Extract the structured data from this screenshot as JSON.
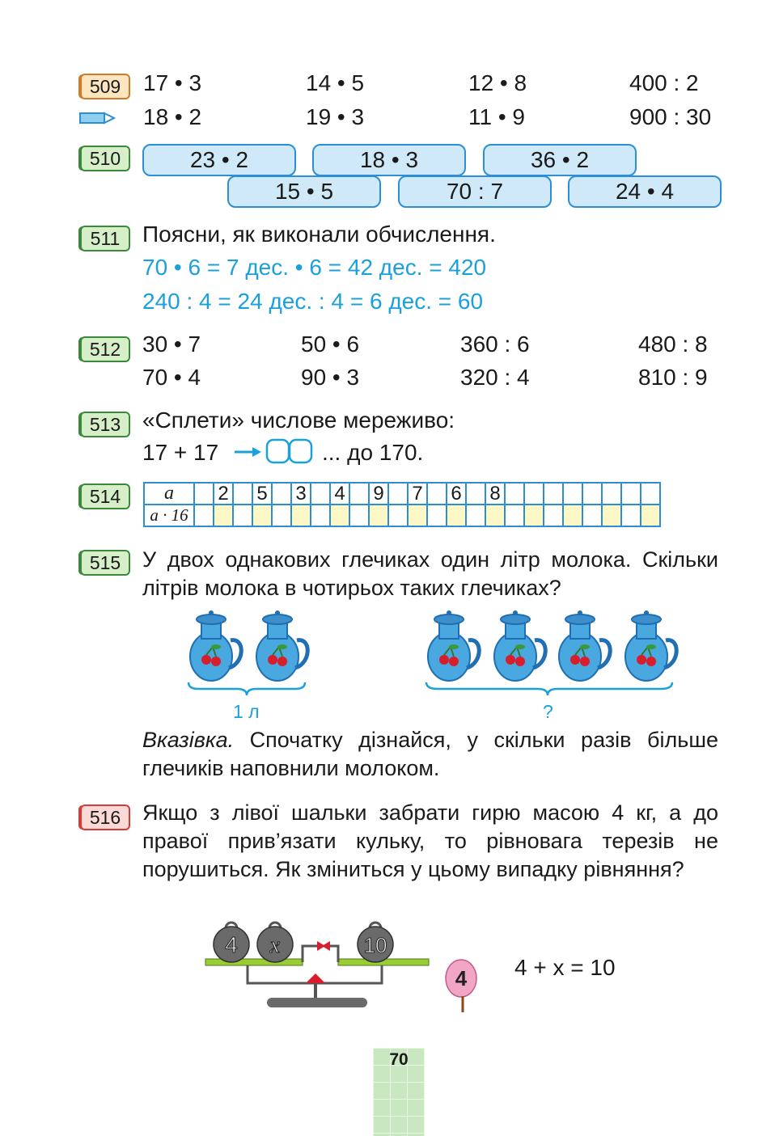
{
  "tasks": {
    "t509": {
      "number": "509",
      "rows": [
        [
          "17 • 3",
          "14 • 5",
          "12 • 8",
          "400 : 2"
        ],
        [
          "18 • 2",
          "19 • 3",
          "11 • 9",
          "900 : 30"
        ]
      ]
    },
    "t510": {
      "number": "510",
      "row1": [
        "23 • 2",
        "18 • 3",
        "36 • 2"
      ],
      "row2": [
        "15 • 5",
        "70 : 7",
        "24 • 4"
      ]
    },
    "t511": {
      "number": "511",
      "prompt": "Поясни, як виконали обчислення.",
      "line1": "70 • 6 = 7 дес. • 6 = 42 дес. = 420",
      "line2": "240 : 4 = 24 дес. : 4 = 6 дес. = 60"
    },
    "t512": {
      "number": "512",
      "rows": [
        [
          "30 • 7",
          "50 • 6",
          "360 : 6",
          "480 : 8"
        ],
        [
          "70 • 4",
          "90 • 3",
          "320 : 4",
          "810 : 9"
        ]
      ]
    },
    "t513": {
      "number": "513",
      "prompt": "«Сплети» числове мереживо:",
      "expr": "17 + 17",
      "tail": "... до 170."
    },
    "t514": {
      "number": "514",
      "row_a_label": "a",
      "row_b_label": "a · 16",
      "values": [
        "",
        "2",
        "",
        "5",
        "",
        "3",
        "",
        "4",
        "",
        "9",
        "",
        "7",
        "",
        "6",
        "",
        "8"
      ]
    },
    "t515": {
      "number": "515",
      "text": "У двох однакових глечиках один літр молока. Скільки літрів молока в чотирьох таких глечиках?",
      "label_left": "1 л",
      "label_right": "?",
      "hint_label": "Вказівка.",
      "hint": " Спочатку дізнайся, у скільки разів більше глечиків наповнили молоком."
    },
    "t516": {
      "number": "516",
      "text": "Якщо з лівої шальки забрати гирю масою 4 кг, а до правої прив’язати кульку, то рівновага терезів не порушиться. Як зміниться у цьому випадку рівняння?",
      "weight1": "4",
      "weight2": "x",
      "weight3": "10",
      "balloon": "4",
      "equation": "4 + x = 10"
    }
  },
  "page_number": "70",
  "colors": {
    "accent_blue": "#1aa0dc",
    "pill_fill": "#cfe9f8",
    "badge_green": "#3a8a3a",
    "badge_orange": "#d27a2a",
    "badge_red": "#d83a3a"
  }
}
